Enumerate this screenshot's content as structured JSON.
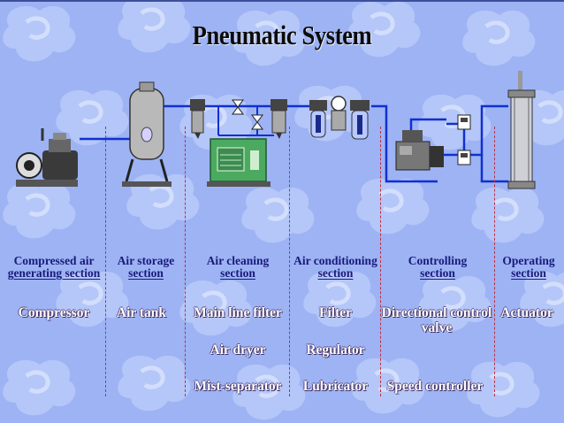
{
  "title": "Pneumatic System",
  "colors": {
    "background": "#9db3f4",
    "pipe": "#1030d0",
    "divider": "#c03040",
    "section_text": "#1a1a7a",
    "component_text": "#ffffff"
  },
  "sections": [
    {
      "line1": "Compressed air",
      "line2": "generating section",
      "components": [
        "Compressor"
      ]
    },
    {
      "line1": "Air storage",
      "line2": "section",
      "components": [
        "Air tank"
      ]
    },
    {
      "line1": "Air cleaning",
      "line2": "section",
      "components": [
        "Main line filter",
        "Air dryer",
        "Mist-separator"
      ]
    },
    {
      "line1": "Air conditioning",
      "line2": "section",
      "components": [
        "Filter",
        "Regulator",
        "Lubricator"
      ]
    },
    {
      "line1": "Controlling",
      "line2": "section",
      "components": [
        "Directional control valve",
        "Speed controller"
      ]
    },
    {
      "line1": "Operating",
      "line2": "section",
      "components": [
        "Actuator"
      ]
    }
  ],
  "equipment_icons": [
    "compressor-icon",
    "air-tank-icon",
    "main-line-filter-icon",
    "air-dryer-icon",
    "mist-separator-icon",
    "frl-unit-icon",
    "directional-valve-icon",
    "speed-controller-icon",
    "cylinder-actuator-icon"
  ]
}
